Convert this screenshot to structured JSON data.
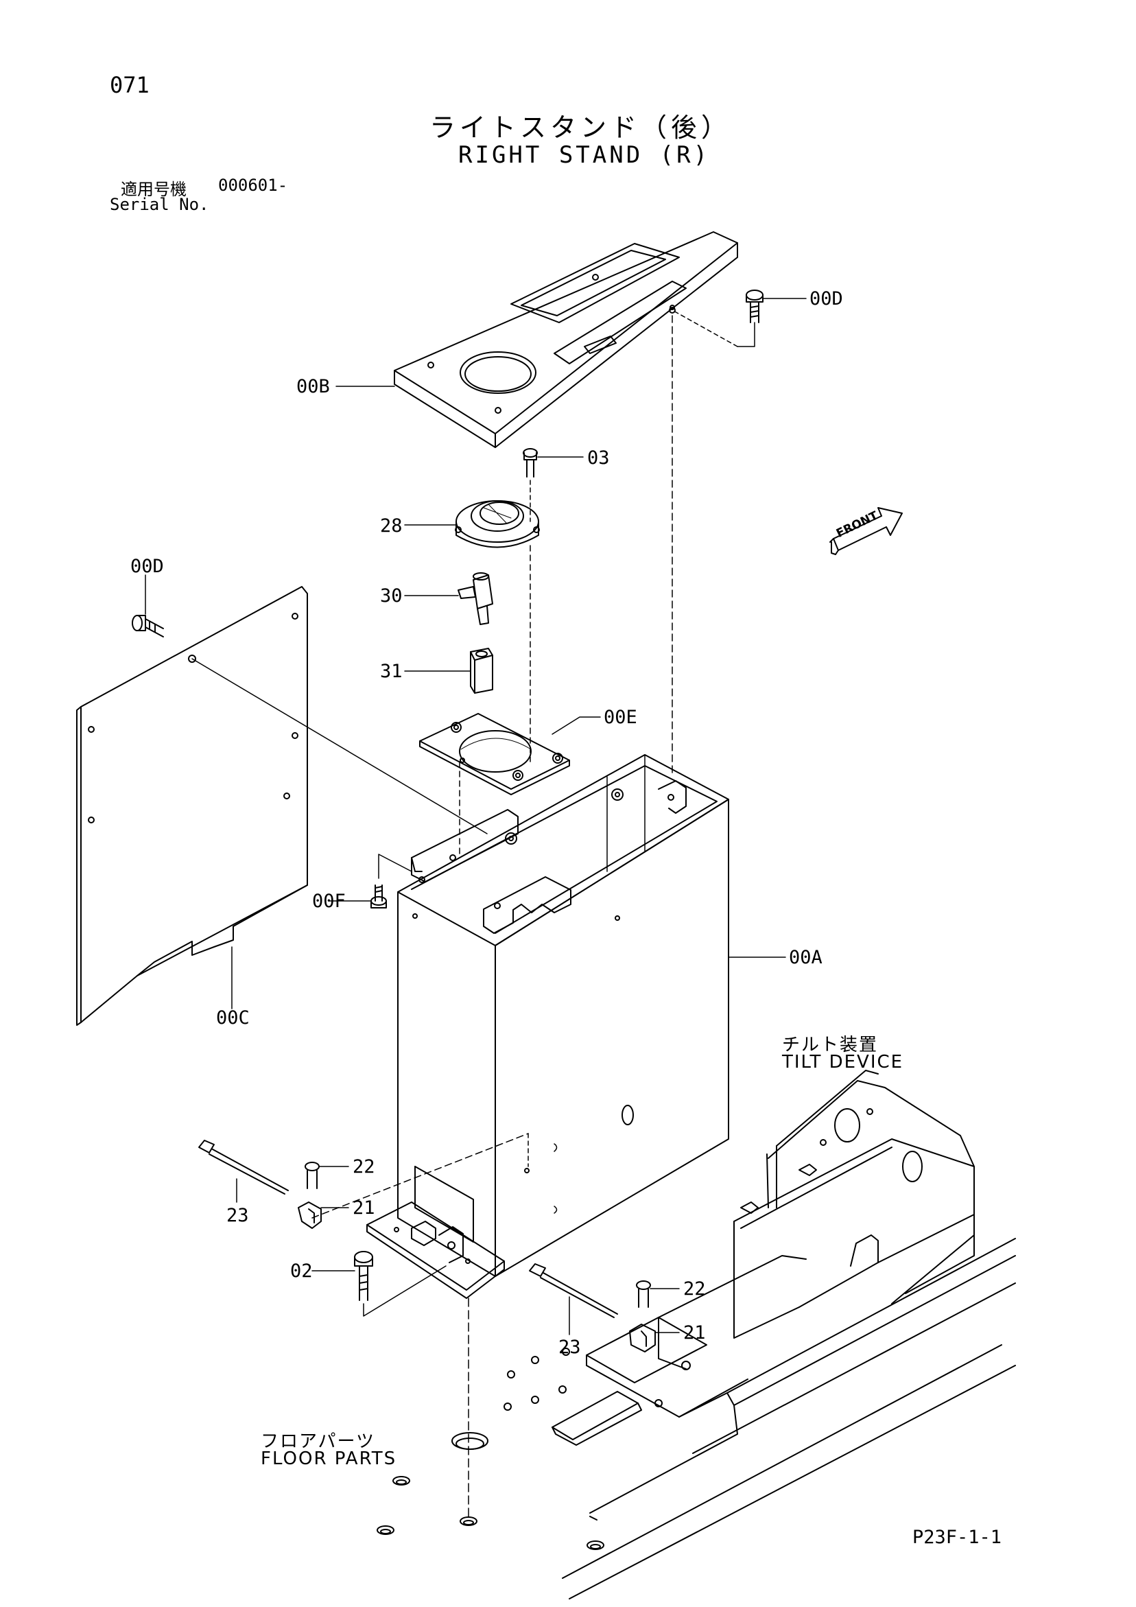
{
  "page": {
    "number": "071",
    "code": "P23F-1-1"
  },
  "title": {
    "japanese": "ライトスタンド（後）",
    "english": "RIGHT STAND (R)"
  },
  "serial": {
    "label_jp": "適用号機",
    "value": "000601-",
    "label_en": "Serial No."
  },
  "front_arrow": "FRONT",
  "callouts": {
    "c00D_top": "00D",
    "c00B": "00B",
    "c03": "03",
    "c28": "28",
    "c00D_left": "00D",
    "c30": "30",
    "c31": "31",
    "c00E": "00E",
    "c00F": "00F",
    "c00A": "00A",
    "c00C": "00C",
    "c22_left": "22",
    "c21_left": "21",
    "c23_left": "23",
    "c02": "02",
    "c22_right": "22",
    "c21_right": "21",
    "c23_right": "23"
  },
  "captions": {
    "tilt_device_jp": "チルト装置",
    "tilt_device_en": "TILT DEVICE",
    "floor_parts_jp": "フロアパーツ",
    "floor_parts_en": "FLOOR PARTS"
  }
}
